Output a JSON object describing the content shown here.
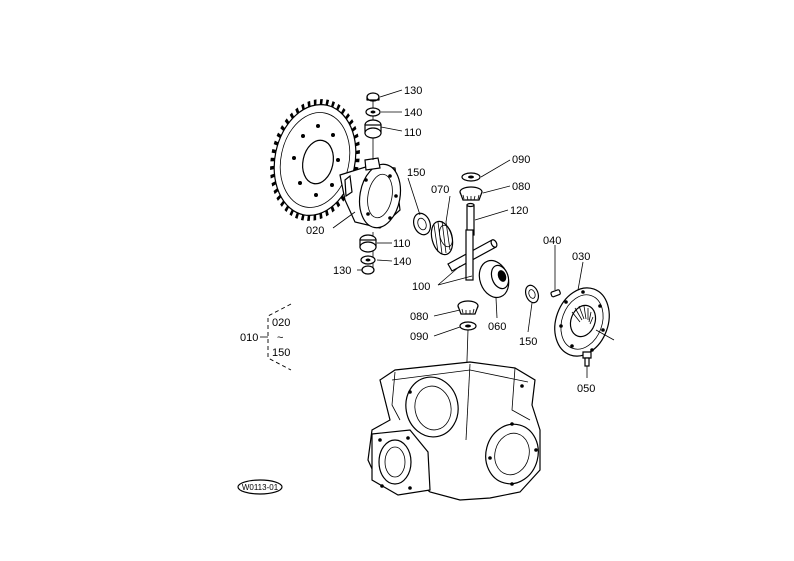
{
  "labels": {
    "p130a": "130",
    "p140a": "140",
    "p110a": "110",
    "p150a": "150",
    "p090a": "090",
    "p070": "070",
    "p080a": "080",
    "p120": "120",
    "p020": "020",
    "p110b": "110",
    "p140b": "140",
    "p130b": "130",
    "p040": "040",
    "p030": "030",
    "p100": "100",
    "p080b": "080",
    "p060": "060",
    "p150b": "150",
    "p090b": "090",
    "p010": "010",
    "p020g": "020",
    "p150g": "150",
    "p050": "050"
  },
  "group_tilde": "~",
  "logo_text": "W0113-01"
}
